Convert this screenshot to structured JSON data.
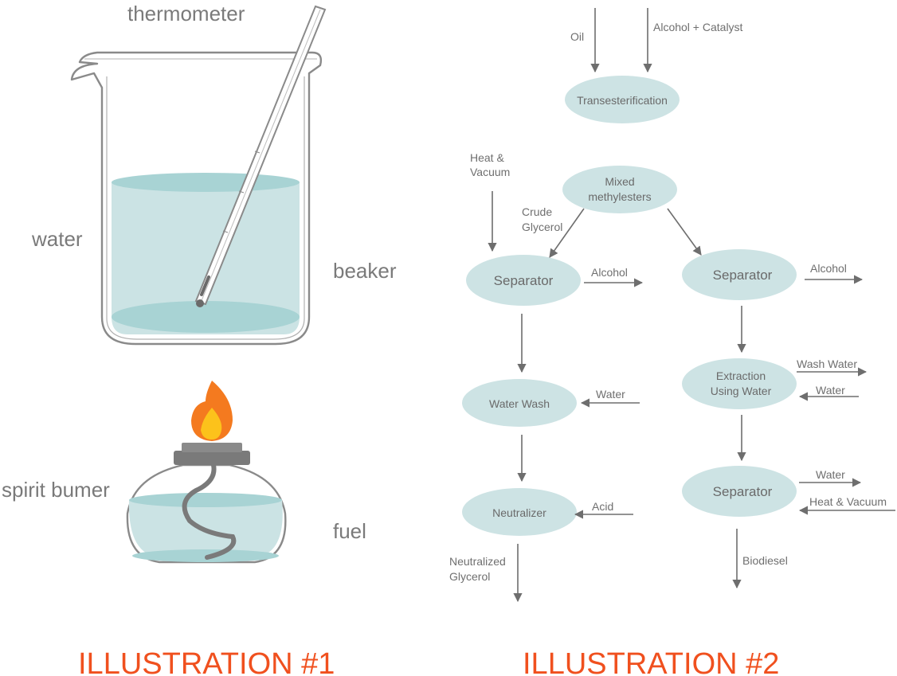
{
  "illustration1": {
    "caption": "ILLUSTRATION #1",
    "labels": {
      "thermometer": "thermometer",
      "water": "water",
      "beaker": "beaker",
      "burner": "spirit bumer",
      "fuel": "fuel"
    }
  },
  "illustration2": {
    "caption": "ILLUSTRATION #2",
    "nodes": {
      "transesterification": "Transesterification",
      "mixed_1": "Mixed",
      "mixed_2": "methylesters",
      "separator_left": "Separator",
      "separator_right": "Separator",
      "water_wash": "Water Wash",
      "extraction_1": "Extraction",
      "extraction_2": "Using Water",
      "neutralizer": "Neutralizer",
      "separator_bottom": "Separator"
    },
    "flows": {
      "oil": "Oil",
      "alcohol_catalyst": "Alcohol + Catalyst",
      "heat_vacuum_1": "Heat &",
      "heat_vacuum_2": "Vacuum",
      "crude_1": "Crude",
      "crude_2": "Glycerol",
      "alcohol_left": "Alcohol",
      "alcohol_right": "Alcohol",
      "wash_water": "Wash Water",
      "water_extraction": "Water",
      "water_wash_in": "Water",
      "water_out": "Water",
      "heat_vacuum_in": "Heat & Vacuum",
      "acid": "Acid",
      "neutralized_1": "Neutralized",
      "neutralized_2": "Glycerol",
      "biodiesel": "Biodiesel"
    }
  },
  "colors": {
    "node_fill": "#cde3e4",
    "water_fill": "#cbe3e4",
    "water_surface": "#a8d3d4",
    "caption": "#f0501e",
    "flame_outer": "#f47a1f",
    "flame_inner": "#fcc21b"
  }
}
